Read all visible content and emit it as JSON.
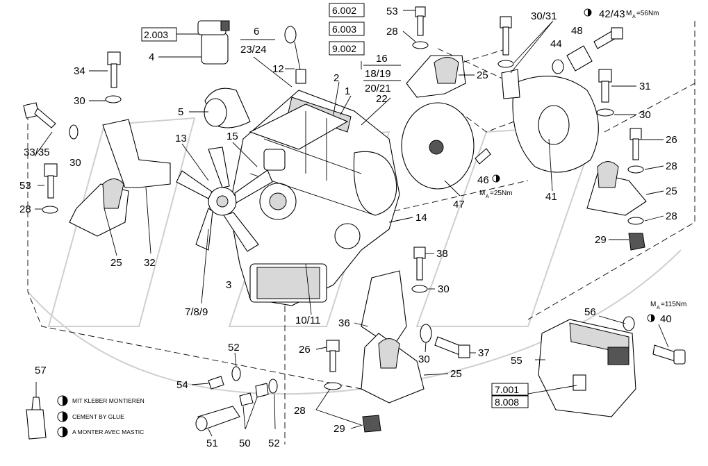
{
  "callouts": {
    "c53a": "53",
    "c28a": "28",
    "c3031": "30/31",
    "c4243": "42/43",
    "c48": "48",
    "c44": "44",
    "c6": "6",
    "c2324": "23/24",
    "c4": "4",
    "c12": "12",
    "c16": "16",
    "c1819": "18/19",
    "c2021": "20/21",
    "c22": "22",
    "c2": "2",
    "c1": "1",
    "c25a": "25",
    "c31": "31",
    "c30d": "30",
    "c34": "34",
    "c30a": "30",
    "c5": "5",
    "c3335": "33/35",
    "c30b": "30",
    "c13": "13",
    "c15": "15",
    "c53b": "53",
    "c28b": "28",
    "c25b": "25",
    "c32": "32",
    "c3": "3",
    "c789": "7/8/9",
    "c1011": "10/11",
    "c14": "14",
    "c47": "47",
    "c46": "46",
    "c41": "41",
    "c26a": "26",
    "c28c": "28",
    "c25c": "25",
    "c28d": "28",
    "c29a": "29",
    "c38": "38",
    "c30c": "30",
    "c36": "36",
    "c37": "37",
    "c30e": "30",
    "c26b": "26",
    "c25d": "25",
    "c28e": "28",
    "c29b": "29",
    "c52a": "52",
    "c54": "54",
    "c51": "51",
    "c50": "50",
    "c52b": "52",
    "c57": "57",
    "c56": "56",
    "c40": "40",
    "c55": "55"
  },
  "refs": {
    "r2003": "2.003",
    "r6002": "6.002",
    "r6003": "6.003",
    "r9002": "9.002",
    "r7001": "7.001",
    "r8008": "8.008"
  },
  "torque": {
    "t56": "=56Nm",
    "t25": "=25Nm",
    "t115": "=115Nm",
    "sym": "M",
    "sub": "A"
  },
  "legend": {
    "glue_de": "MIT KLEBER MONTIEREN",
    "glue_en": "CEMENT BY GLUE",
    "glue_fr": "A MONTER AVEC MASTIC"
  }
}
